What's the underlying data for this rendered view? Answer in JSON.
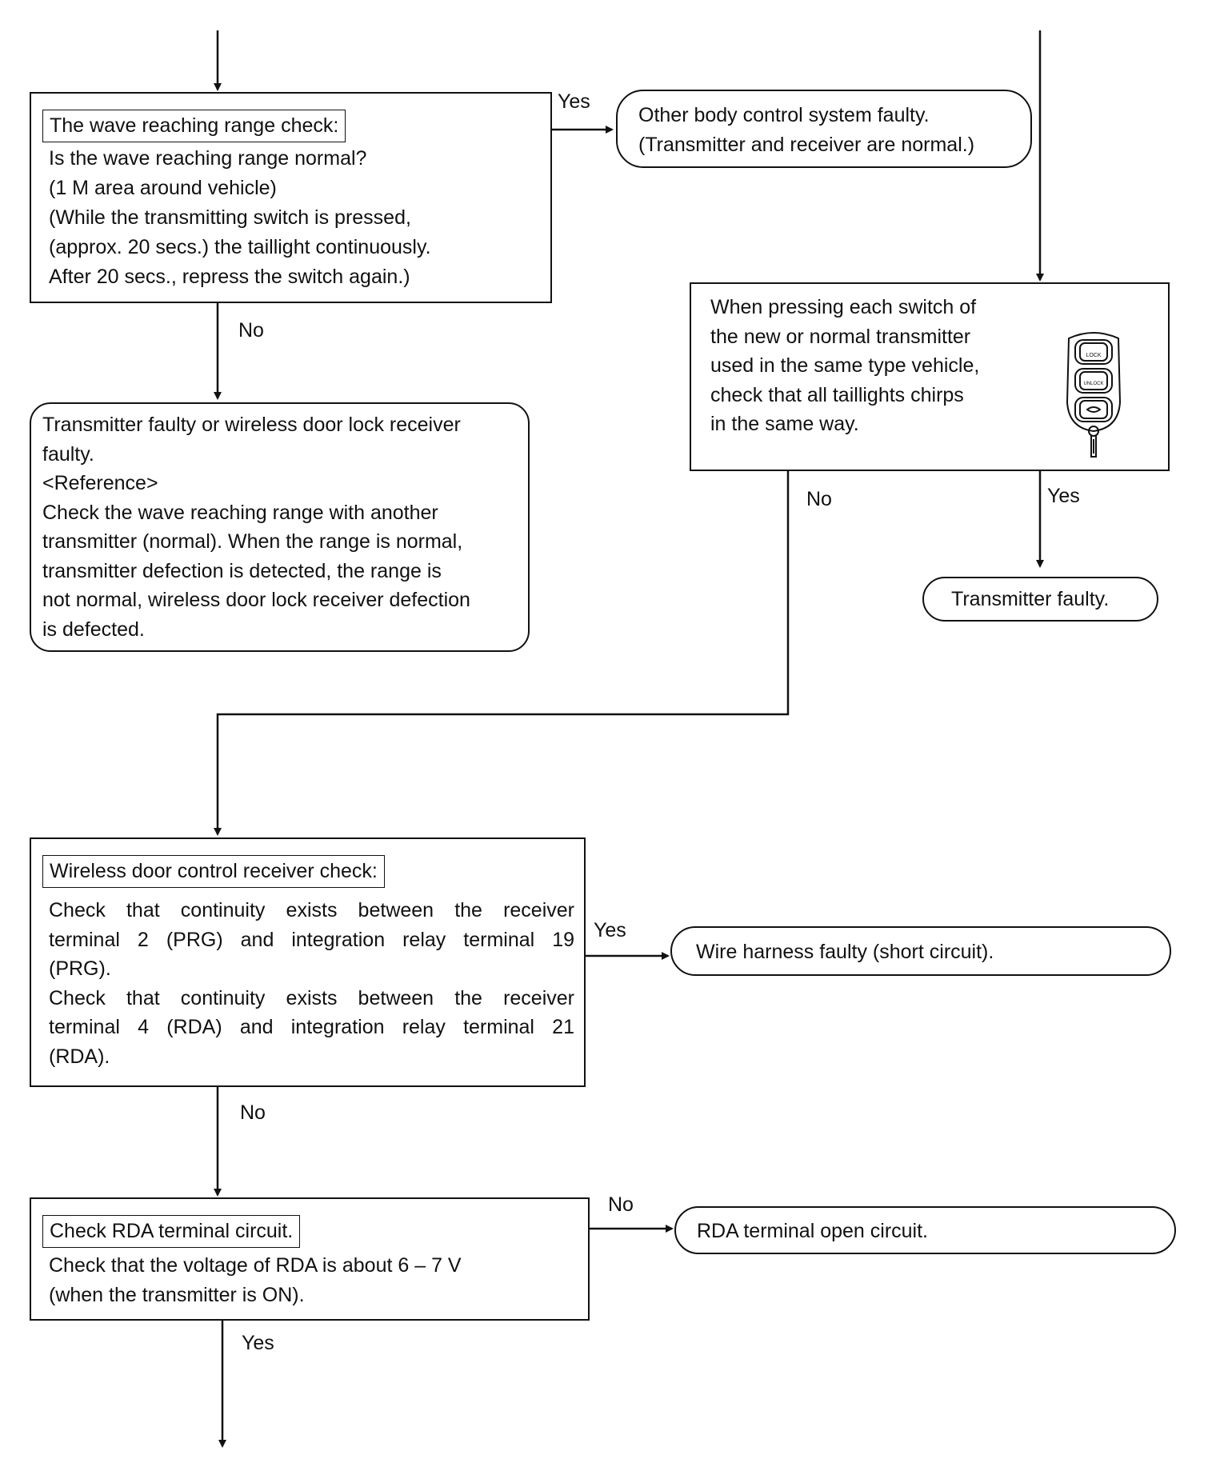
{
  "labels": {
    "yes": "Yes",
    "no": "No"
  },
  "range_check": {
    "title": "The wave reaching range check:",
    "lines": [
      "Is the wave reaching range normal?",
      "(1 M area around vehicle)",
      "(While the transmitting switch is pressed,",
      "(approx. 20 secs.) the taillight continuously.",
      "After 20 secs., repress the switch again.)"
    ]
  },
  "other_body": {
    "lines": [
      "Other body control system faulty.",
      "(Transmitter and receiver are normal.)"
    ]
  },
  "transmitter_or_receiver": {
    "lines": [
      "Transmitter faulty or wireless door lock receiver",
      "faulty.",
      "<Reference>",
      "Check the wave reaching range with another",
      "transmitter (normal). When the range is normal,",
      "transmitter defection is detected, the range is",
      "not normal, wireless door lock receiver defection",
      "is defected."
    ]
  },
  "switch_check": {
    "lines": [
      "When pressing each switch of",
      "the new or normal transmitter",
      "used in the same type vehicle,",
      "check that all taillights chirps",
      "in the same way."
    ],
    "illustration": {
      "icon": "key-fob-transmitter-icon",
      "button_texts": [
        "LOCK",
        "UNLOCK"
      ]
    }
  },
  "transmitter_faulty": {
    "text": "Transmitter faulty."
  },
  "receiver_check": {
    "title": "Wireless door control receiver check:",
    "lines": [
      "Check that continuity exists between the receiver",
      "terminal 2 (PRG) and integration relay terminal 19",
      "(PRG).",
      "Check that continuity exists between the receiver",
      "terminal 4 (RDA) and integration relay terminal 21",
      "(RDA)."
    ]
  },
  "wire_harness": {
    "text": "Wire harness faulty (short circuit)."
  },
  "rda_check": {
    "title": "Check RDA terminal circuit.",
    "lines": [
      "Check that the voltage of RDA is about 6 – 7 V",
      "(when the transmitter is ON)."
    ]
  },
  "rda_open": {
    "text": "RDA terminal open circuit."
  }
}
